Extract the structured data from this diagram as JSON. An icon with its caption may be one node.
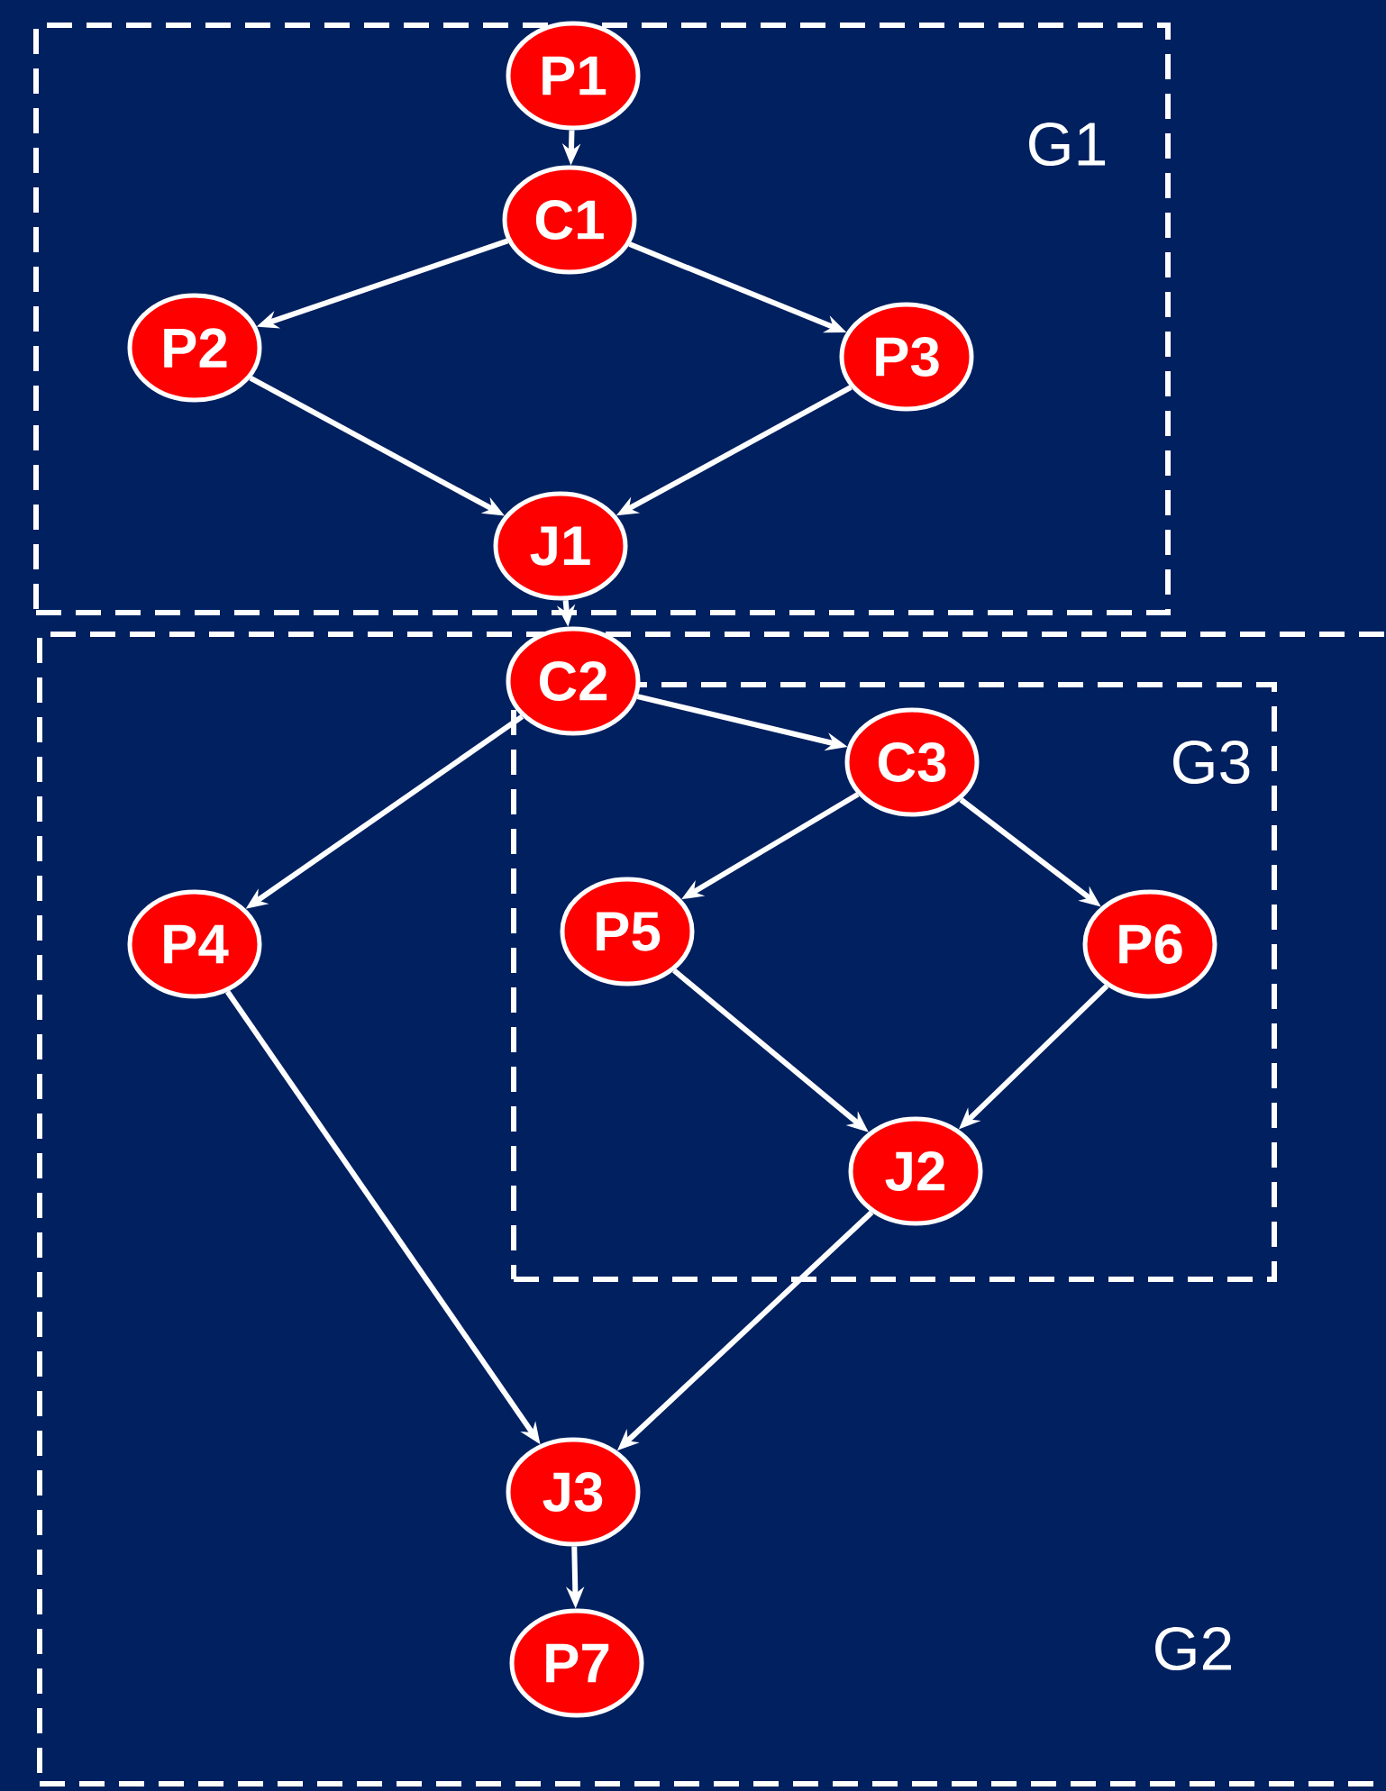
{
  "diagram": {
    "nodes": [
      {
        "text": [
          "G1"
        ]
      },
      {
        "text": [
          "P1"
        ],
        "in": 0
      },
      {
        "text": [
          "C1"
        ],
        "in": 0
      },
      {
        "text": [
          "P2"
        ],
        "in": 0
      },
      {
        "text": [
          "P3"
        ],
        "in": 0
      },
      {
        "text": [
          "J1"
        ],
        "in": 0
      },
      {
        "text": [
          "G2"
        ]
      },
      {
        "text": [
          "C2"
        ],
        "in": 6
      },
      {
        "text": [
          "G3"
        ],
        "in": 6
      },
      {
        "text": [
          "C3"
        ],
        "in": 8
      },
      {
        "text": [
          "P4"
        ],
        "in": 6
      },
      {
        "text": [
          "P5"
        ],
        "in": 8
      },
      {
        "text": [
          "P6"
        ],
        "in": 8
      },
      {
        "text": [
          "J2"
        ],
        "in": 8
      },
      {
        "text": [
          "J3"
        ],
        "in": 6
      },
      {
        "text": [
          "P7"
        ],
        "in": 6
      }
    ],
    "edges": [
      {
        "from": 1,
        "to": 2,
        "arrow": "to"
      },
      {
        "from": 2,
        "to": 3,
        "arrow": "to"
      },
      {
        "from": 2,
        "to": 4,
        "arrow": "to"
      },
      {
        "from": 3,
        "to": 5,
        "arrow": "to"
      },
      {
        "from": 4,
        "to": 5,
        "arrow": "to"
      },
      {
        "from": 5,
        "to": 7,
        "arrow": "to"
      },
      {
        "from": 7,
        "to": 10,
        "arrow": "to"
      },
      {
        "from": 7,
        "to": 9,
        "arrow": "to"
      },
      {
        "from": 9,
        "to": 11,
        "arrow": "to"
      },
      {
        "from": 9,
        "to": 12,
        "arrow": "to"
      },
      {
        "from": 11,
        "to": 13,
        "arrow": "to"
      },
      {
        "from": 12,
        "to": 13,
        "arrow": "to"
      },
      {
        "from": 10,
        "to": 14,
        "arrow": "to"
      },
      {
        "from": 13,
        "to": 14,
        "arrow": "to"
      },
      {
        "from": 14,
        "to": 15,
        "arrow": "to"
      }
    ]
  }
}
